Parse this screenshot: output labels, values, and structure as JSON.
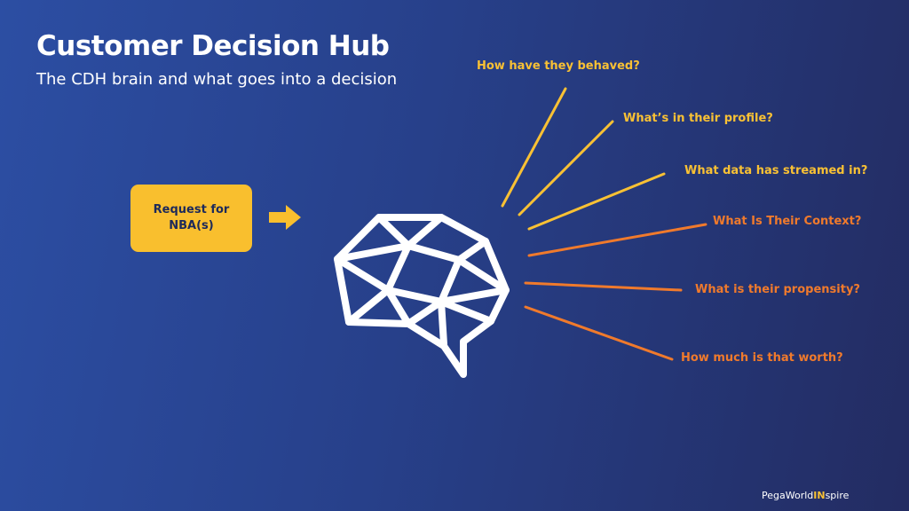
{
  "title": "Customer Decision Hub",
  "subtitle": "The CDH brain and what goes into a decision",
  "request_box": "Request for NBA(s)",
  "questions": [
    {
      "text": "How have they behaved?",
      "color": "#f9c134"
    },
    {
      "text": "What’s in their profile?",
      "color": "#f9c134"
    },
    {
      "text": "What data has streamed in?",
      "color": "#f9c134"
    },
    {
      "text": "What Is Their Context?",
      "color": "#f07a2c"
    },
    {
      "text": "What is their propensity?",
      "color": "#f07a2c"
    },
    {
      "text": "How much is that worth?",
      "color": "#f07a2c"
    }
  ],
  "logo": {
    "prefix": "PegaWorld",
    "highlight": "IN",
    "suffix": "spire"
  },
  "icons": [
    "arrow-right-icon",
    "brain-icon"
  ]
}
